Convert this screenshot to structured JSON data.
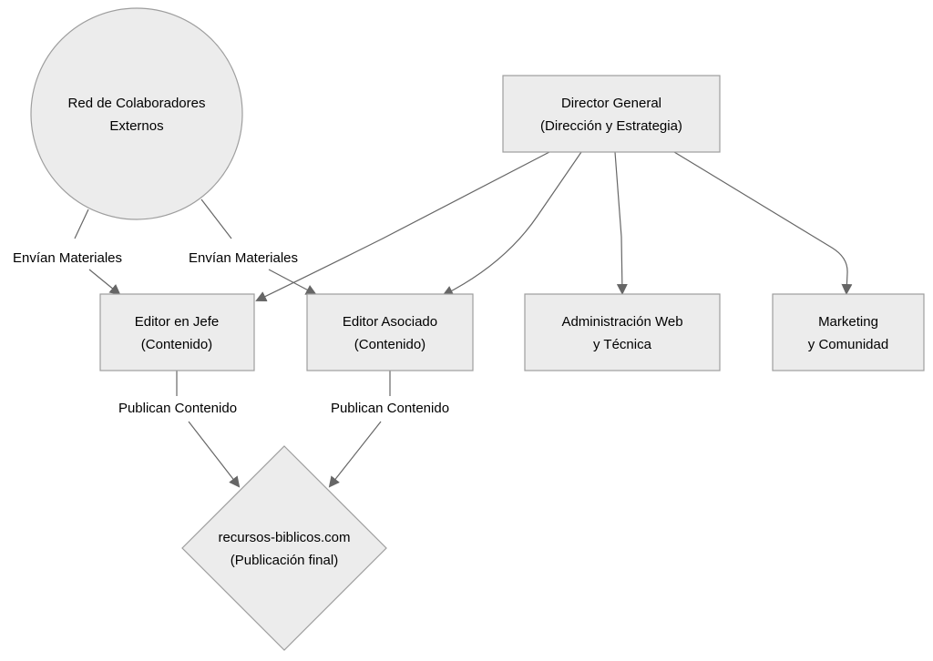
{
  "nodes": {
    "colaboradores": {
      "line1": "Red de Colaboradores",
      "line2": "Externos"
    },
    "director": {
      "line1": "Director General",
      "line2": "(Dirección y Estrategia)"
    },
    "editor_jefe": {
      "line1": "Editor en Jefe",
      "line2": "(Contenido)"
    },
    "editor_asociado": {
      "line1": "Editor Asociado",
      "line2": "(Contenido)"
    },
    "admin_web": {
      "line1": "Administración Web",
      "line2": "y Técnica"
    },
    "marketing": {
      "line1": "Marketing",
      "line2": "y Comunidad"
    },
    "publicacion": {
      "line1": "recursos-biblicos.com",
      "line2": "(Publicación final)"
    }
  },
  "edges": {
    "colab_to_jefe": "Envían Materiales",
    "colab_to_asociado": "Envían Materiales",
    "jefe_to_pub": "Publican Contenido",
    "asociado_to_pub": "Publican Contenido"
  },
  "colors": {
    "node_fill": "#ececec",
    "node_stroke": "#9e9e9e",
    "edge": "#666666"
  }
}
